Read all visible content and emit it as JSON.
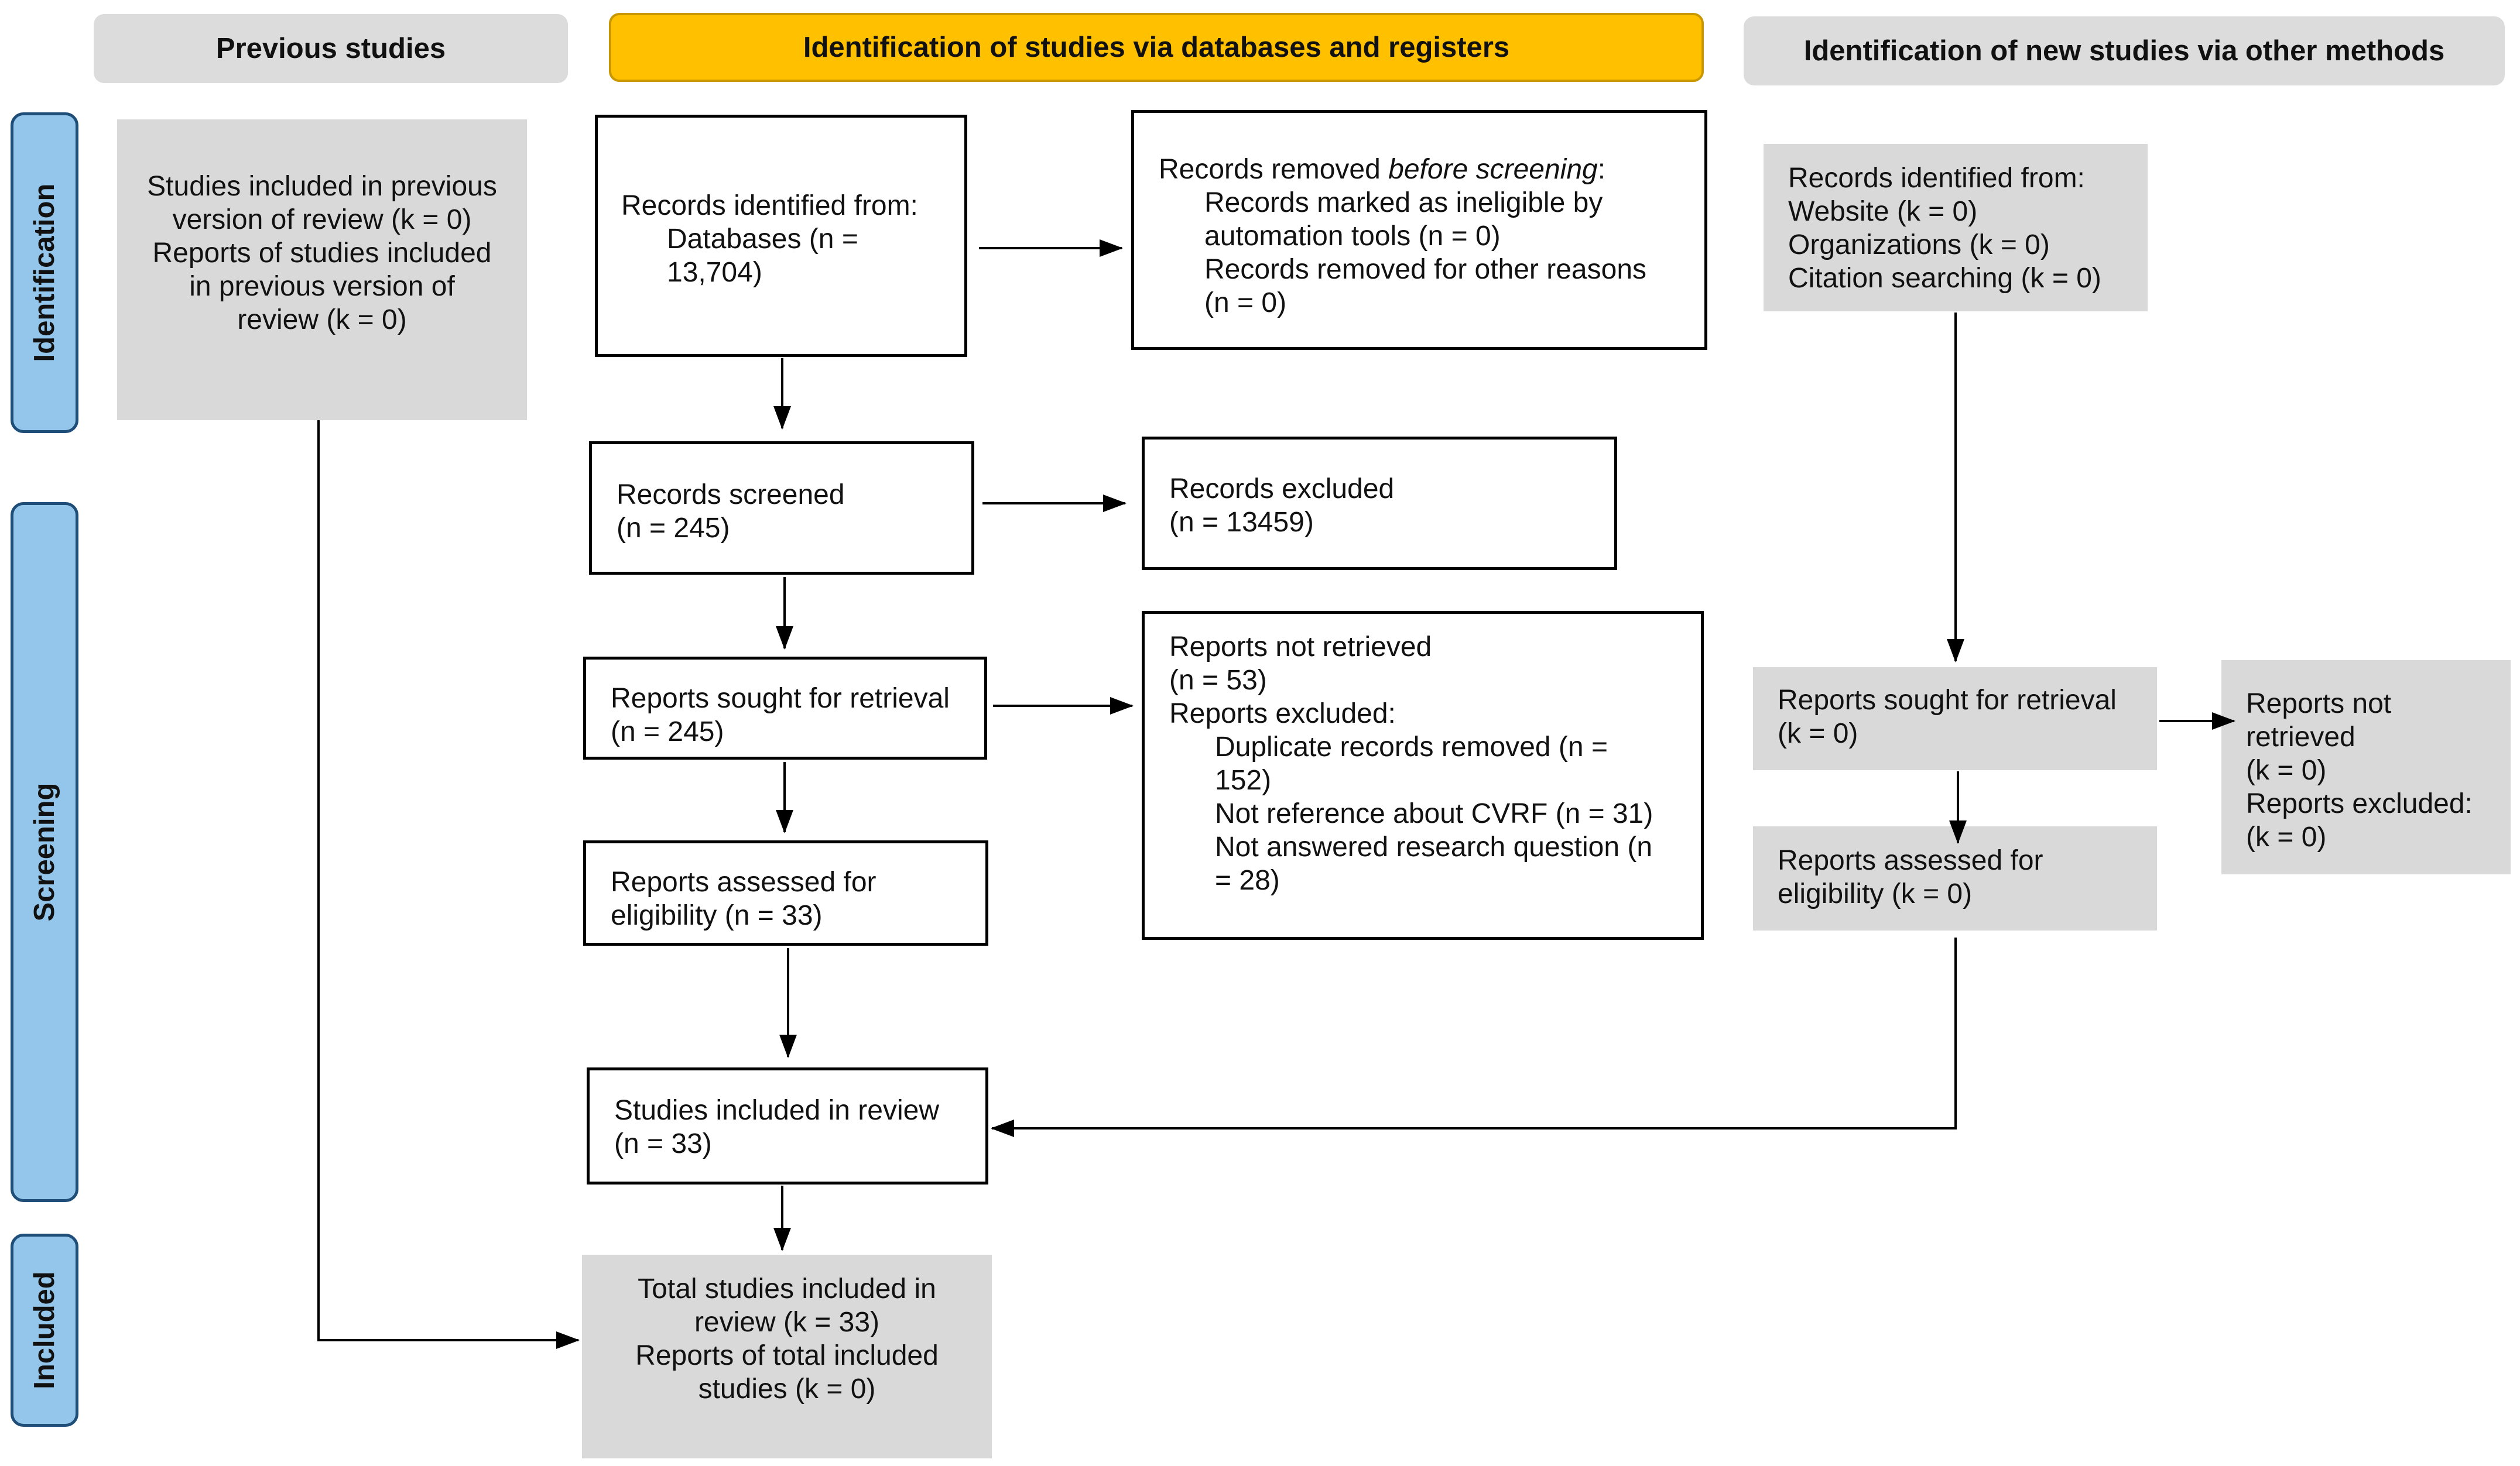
{
  "headers": {
    "previous": "Previous studies",
    "databases": "Identification of studies via databases and registers",
    "other": "Identification of new studies via other methods"
  },
  "phases": {
    "identification": "Identification",
    "screening": "Screening",
    "included": "Included"
  },
  "previous_box": {
    "l1": "Studies included in previous",
    "l2": "version of review (k = 0)",
    "l3": "Reports of studies included",
    "l4": "in previous version of",
    "l5": "review (k = 0)"
  },
  "records_identified": {
    "l1": "Records identified from:",
    "l2": "Databases (n =",
    "l3": "13,704)"
  },
  "records_removed": {
    "l1_pre": "Records removed ",
    "l1_em": "before screening",
    "l1_post": ":",
    "l2": "Records marked as ineligible by",
    "l3": "automation tools (n = 0)",
    "l4": "Records removed for other reasons",
    "l5": "(n = 0)"
  },
  "records_screened": {
    "l1": "Records screened",
    "l2": "(n = 245)"
  },
  "records_excluded": {
    "l1": "Records excluded",
    "l2": "(n = 13459)"
  },
  "reports_sought": {
    "l1": "Reports sought for retrieval",
    "l2": "(n = 245)"
  },
  "reports_not_retrieved": {
    "l1": "Reports not retrieved",
    "l2": "(n = 53)",
    "l3": "Reports excluded:",
    "l4": "Duplicate records removed (n =",
    "l5": "152)",
    "l6": "Not reference about CVRF (n = 31)",
    "l7": "Not answered research question (n",
    "l8": "= 28)"
  },
  "reports_assessed": {
    "l1": "Reports assessed for",
    "l2": "eligibility (n = 33)"
  },
  "studies_included": {
    "l1": "Studies included in review",
    "l2": "(n = 33)"
  },
  "total_included": {
    "l1": "Total studies included in",
    "l2": "review (k = 33)",
    "l3": "Reports of total included",
    "l4": "studies (k = 0)"
  },
  "other_identified": {
    "l1": "Records identified from:",
    "l2": "Website (k = 0)",
    "l3": "Organizations (k = 0)",
    "l4": "Citation searching (k = 0)"
  },
  "other_sought": {
    "l1": "Reports sought for retrieval",
    "l2": "(k = 0)"
  },
  "other_assessed": {
    "l1": "Reports assessed for",
    "l2": "eligibility (k = 0)"
  },
  "other_not_retrieved": {
    "l1": "Reports not",
    "l2": "retrieved",
    "l3": "(k = 0)",
    "l4": "Reports excluded:",
    "l5": "(k = 0)"
  },
  "colors": {
    "header_grey": "#dcdcdc",
    "header_yellow": "#ffc000",
    "phase_blue": "#93c6ea",
    "phase_border": "#1f4e79",
    "box_grey": "#d9d9d9"
  }
}
